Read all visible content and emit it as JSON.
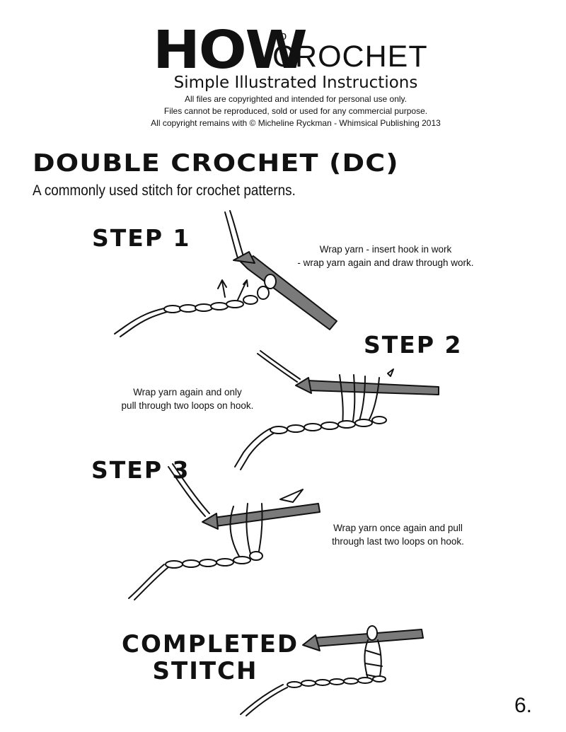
{
  "header": {
    "logo_how": "HOW",
    "logo_to": "to",
    "logo_crochet": "CROCHET",
    "subtitle": "Simple Illustrated Instructions",
    "copyright_lines": [
      "All files are copyrighted and intended for personal use only.",
      "Files cannot be reproduced, sold or used for any commercial purpose.",
      "All copyright remains with © Micheline Ryckman - Whimsical Publishing 2013"
    ]
  },
  "section": {
    "title": "DOUBLE CROCHET (DC)",
    "intro": "A commonly used stitch for crochet patterns."
  },
  "steps": [
    {
      "label": "STEP 1",
      "instruction_lines": [
        "Wrap yarn - insert hook in work",
        "- wrap yarn again and draw through work."
      ]
    },
    {
      "label": "STEP 2",
      "instruction_lines": [
        "Wrap yarn again and only",
        "pull through two loops on hook."
      ]
    },
    {
      "label": "STEP 3",
      "instruction_lines": [
        "Wrap yarn once again and pull",
        "through last two loops on hook."
      ]
    }
  ],
  "completed": {
    "line1": "COMPLETED",
    "line2": "STITCH"
  },
  "page_number": "6.",
  "colors": {
    "hook": "#7a7a7a",
    "ink": "#111111",
    "background": "#ffffff"
  }
}
